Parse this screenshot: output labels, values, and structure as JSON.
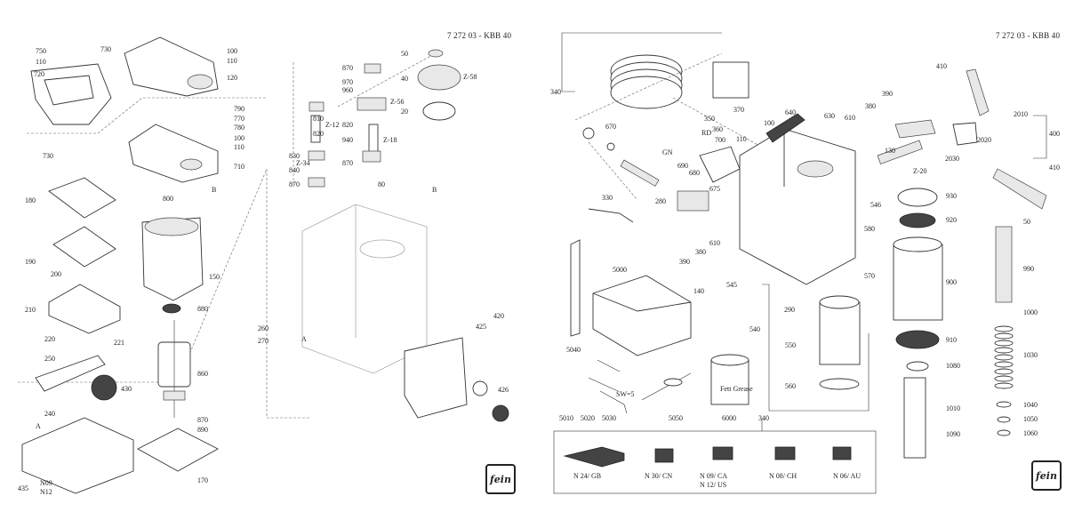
{
  "left_sheet": {
    "title": "7 272 03 - KBB 40",
    "labels": [
      "750",
      "730",
      "110",
      "720",
      "100",
      "110",
      "120",
      "790",
      "770",
      "780",
      "100",
      "110",
      "730",
      "710",
      "B",
      "180",
      "800",
      "190",
      "200",
      "150",
      "210",
      "880",
      "220",
      "221",
      "860",
      "250",
      "430",
      "240",
      "A",
      "870",
      "890",
      "435",
      "N09",
      "N12",
      "170",
      "870",
      "970",
      "960",
      "810",
      "Z-12",
      "820",
      "Z-56",
      "820",
      "940",
      "Z-18",
      "830",
      "Z-34",
      "840",
      "870",
      "870",
      "80",
      "50",
      "40",
      "Z-58",
      "20",
      "B",
      "260",
      "270",
      "A",
      "425",
      "420",
      "426"
    ],
    "logo": "fein"
  },
  "right_sheet": {
    "title": "7 272 03 - KBB 40",
    "labels": [
      "340",
      "670",
      "330",
      "GN",
      "RD",
      "700",
      "690",
      "680",
      "675",
      "280",
      "350",
      "360",
      "370",
      "100",
      "110",
      "640",
      "630",
      "610",
      "380",
      "390",
      "410",
      "2010",
      "2020",
      "400",
      "2030",
      "130",
      "Z-20",
      "930",
      "920",
      "546",
      "580",
      "570",
      "610",
      "380",
      "390",
      "140",
      "545",
      "290",
      "5000",
      "5040",
      "900",
      "540",
      "550",
      "560",
      "910",
      "1080",
      "1010",
      "1090",
      "50",
      "990",
      "1000",
      "1030",
      "1040",
      "1050",
      "1060",
      "5010",
      "5020",
      "5030",
      "SW=5",
      "5050",
      "6000",
      "410"
    ],
    "grease_label": "Fett Grease",
    "plugs_group": "340",
    "plugs": [
      "N 24/ GB",
      "N 30/ CN",
      "N 09/ CA",
      "N 12/ US",
      "N 08/ CH",
      "N 06/ AU"
    ],
    "logo": "fein"
  }
}
